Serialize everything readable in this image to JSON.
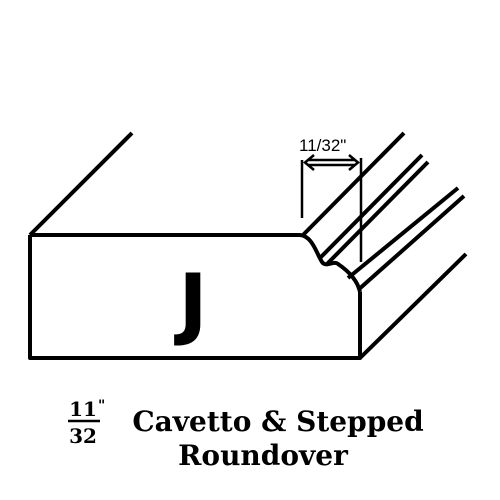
{
  "profile": {
    "letter": "J",
    "dimension_label": "11/32\"",
    "fraction_numerator": "11",
    "fraction_denominator": "32",
    "fraction_unit": "\"",
    "name_line1": "Cavetto & Stepped",
    "name_line2": "Roundover"
  },
  "colors": {
    "stroke": "#000000",
    "background": "#ffffff"
  }
}
